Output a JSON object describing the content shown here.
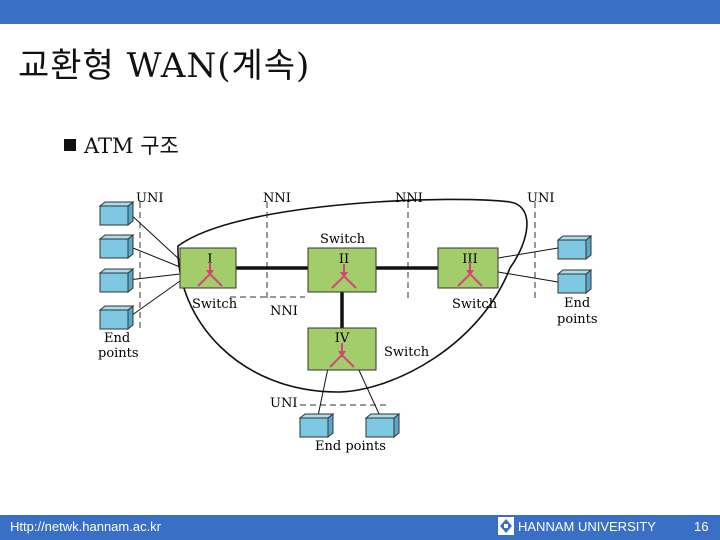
{
  "slide": {
    "title": "교환형 WAN(계속)",
    "bullet": "ATM 구조"
  },
  "diagram": {
    "interfaces": {
      "uni_left": "UNI",
      "nni_1": "NNI",
      "nni_2": "NNI",
      "uni_right": "UNI",
      "nni_mid": "NNI",
      "uni_bottom": "UNI"
    },
    "switches": {
      "s1": {
        "numeral": "I",
        "label": "Switch"
      },
      "s2": {
        "numeral": "II",
        "label": "Switch"
      },
      "s3": {
        "numeral": "III",
        "label": "Switch"
      },
      "s4": {
        "numeral": "IV",
        "label": "Switch"
      }
    },
    "endpoints": {
      "left_line1": "End",
      "left_line2": "points",
      "right_line1": "End",
      "right_line2": "points",
      "bottom": "End points"
    }
  },
  "footer": {
    "url": "Http://netwk.hannam.ac.kr",
    "university": "HANNAM UNIVERSITY",
    "page": "16"
  },
  "colors": {
    "bar": "#3a6fc6",
    "switch_fill": "#a3cc6a",
    "terminal_fill": "#7ec8e3",
    "arrow": "#d6457a"
  },
  "icons": [
    "logo-icon",
    "switch-arrow-icon",
    "terminal-icon"
  ]
}
